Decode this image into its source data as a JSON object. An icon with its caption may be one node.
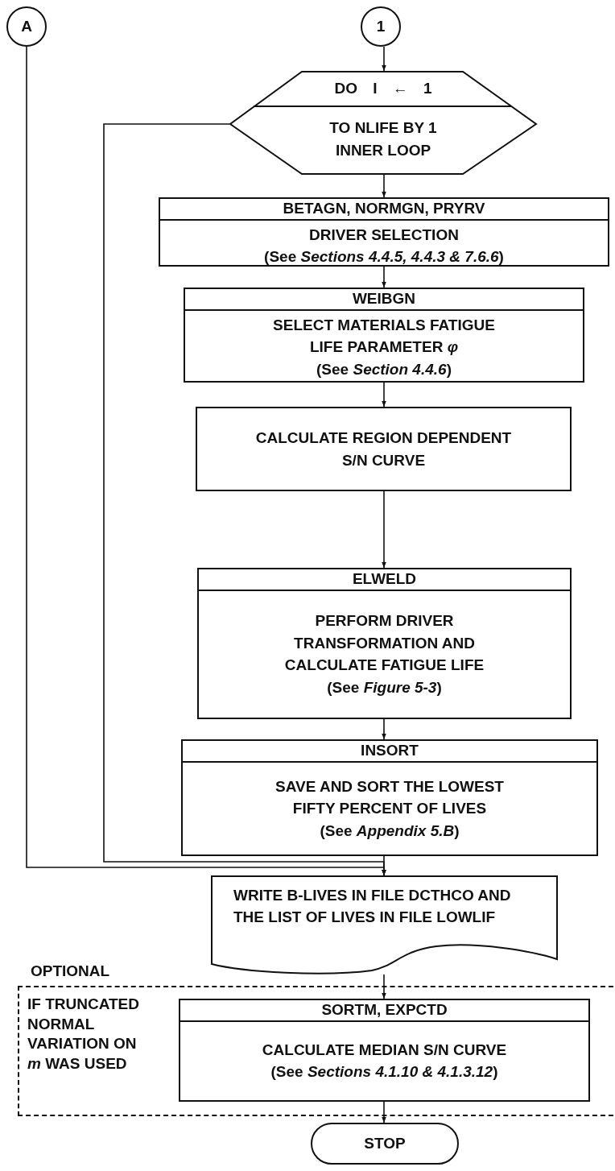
{
  "diagram": {
    "nodes": [
      {
        "text": [
          "A"
        ]
      },
      {
        "text": [
          "1"
        ]
      },
      {
        "text": [
          "DO I ← 1",
          "TO **NLIFE** BY 1 INNER LOOP"
        ]
      },
      {
        "text": [
          "BETAGN, NORMGN, PRYRV",
          "DRIVER SELECTION",
          "(See *Sections 4.4.5, 4.4.3 & 7.6.6*)"
        ]
      },
      {
        "text": [
          "WEIBGN",
          "SELECT MATERIALS FATIGUE LIFE PARAMETER *φ*",
          "(See *Section 4.4.6*)"
        ]
      },
      {
        "text": [
          "CALCULATE REGION DEPENDENT S/N CURVE"
        ]
      },
      {
        "text": [
          "ELWELD",
          "PERFORM DRIVER TRANSFORMATION AND CALCULATE FATIGUE LIFE",
          "(See *Figure 5-3*)"
        ]
      },
      {
        "text": [
          "INSORT",
          "SAVE AND SORT THE LOWEST FIFTY PERCENT OF LIVES",
          "(See *Appendix 5.B*)"
        ]
      },
      {
        "text": [
          "WRITE B-LIVES IN FILE DCTHCO AND THE LIST OF LIVES IN FILE LOWLIF"
        ]
      },
      {
        "text": [
          "OPTIONAL",
          "IF TRUNCATED NORMAL VARIATION ON *m* WAS USED"
        ]
      },
      {
        "text": [
          "SORTM, EXPCTD",
          "CALCULATE MEDIAN S/N CURVE",
          "(See *Sections 4.1.10 & 4.1.3.12*)"
        ],
        "in": 9
      },
      {
        "text": [
          "STOP"
        ]
      }
    ],
    "edges": [
      {
        "from": 1,
        "to": 2,
        "arrow": "to"
      },
      {
        "from": 2,
        "to": 3,
        "arrow": "to"
      },
      {
        "from": 3,
        "to": 4,
        "arrow": "to"
      },
      {
        "from": 4,
        "to": 5,
        "arrow": "to"
      },
      {
        "from": 5,
        "to": 6,
        "arrow": "to"
      },
      {
        "from": 6,
        "to": 7,
        "arrow": "to"
      },
      {
        "from": 7,
        "to": 8,
        "arrow": "to"
      },
      {
        "from": 2,
        "to": 8,
        "arrow": "to"
      },
      {
        "from": 0,
        "to": 8,
        "arrow": "to"
      },
      {
        "from": 8,
        "to": 10,
        "arrow": "to"
      },
      {
        "from": 10,
        "to": 11,
        "arrow": "to"
      }
    ]
  }
}
